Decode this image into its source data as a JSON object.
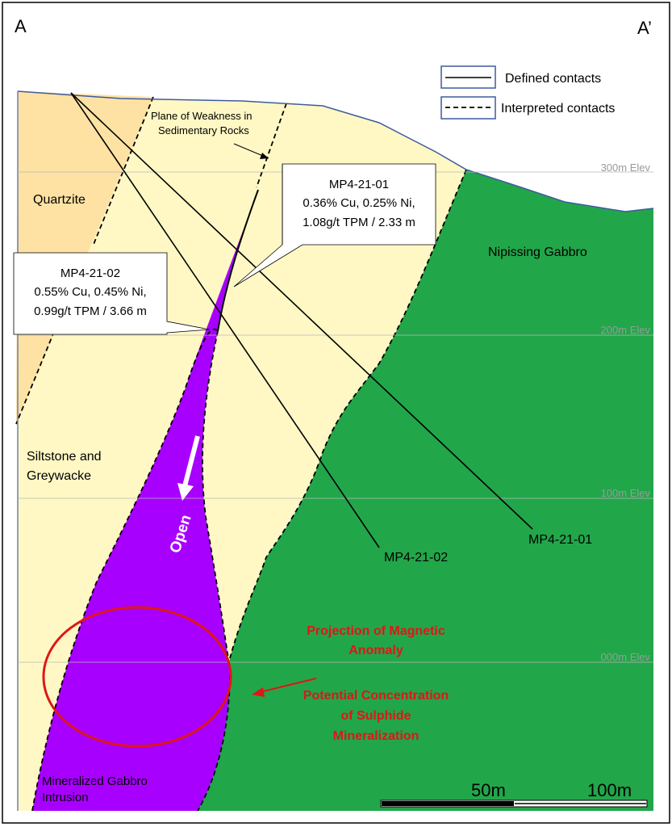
{
  "section": {
    "left_label": "A",
    "right_label": "A’"
  },
  "legend": {
    "defined": "Defined contacts",
    "interpreted": "Interpreted contacts"
  },
  "elevations": [
    "300m Elev",
    "200m Elev",
    "100m Elev",
    "000m Elev"
  ],
  "units": {
    "quartzite": "Quartzite",
    "siltstone_line1": "Siltstone and",
    "siltstone_line2": "Greywacke",
    "gabbro": "Nipissing Gabbro",
    "intrusion_line1": "Mineralized Gabbro",
    "intrusion_line2": "Intrusion"
  },
  "weakness": {
    "line1": "Plane of Weakness in",
    "line2": "Sedimentary Rocks"
  },
  "holes": {
    "hole1": "MP4-21-01",
    "hole2": "MP4-21-02"
  },
  "callouts": {
    "c1": {
      "line1": "MP4-21-01",
      "line2": "0.36% Cu, 0.25% Ni,",
      "line3": "1.08g/t TPM / 2.33 m"
    },
    "c2": {
      "line1": "MP4-21-02",
      "line2": "0.55% Cu, 0.45% Ni,",
      "line3": "0.99g/t TPM / 3.66 m"
    }
  },
  "open_label": "Open",
  "anomaly": {
    "line1": "Projection of Magnetic",
    "line2": "Anomaly"
  },
  "potential": {
    "line1": "Potential Concentration",
    "line2": "of Sulphide",
    "line3": "Mineralization"
  },
  "scale": {
    "mid": "50m",
    "end": "100m"
  },
  "colors": {
    "siltstone": "#fff8c4",
    "quartzite": "#fde2a4",
    "gabbro": "#22a64a",
    "intrusion": "#a800ff",
    "annotation_red": "#e01616",
    "legend_border": "#3d5b9e"
  }
}
